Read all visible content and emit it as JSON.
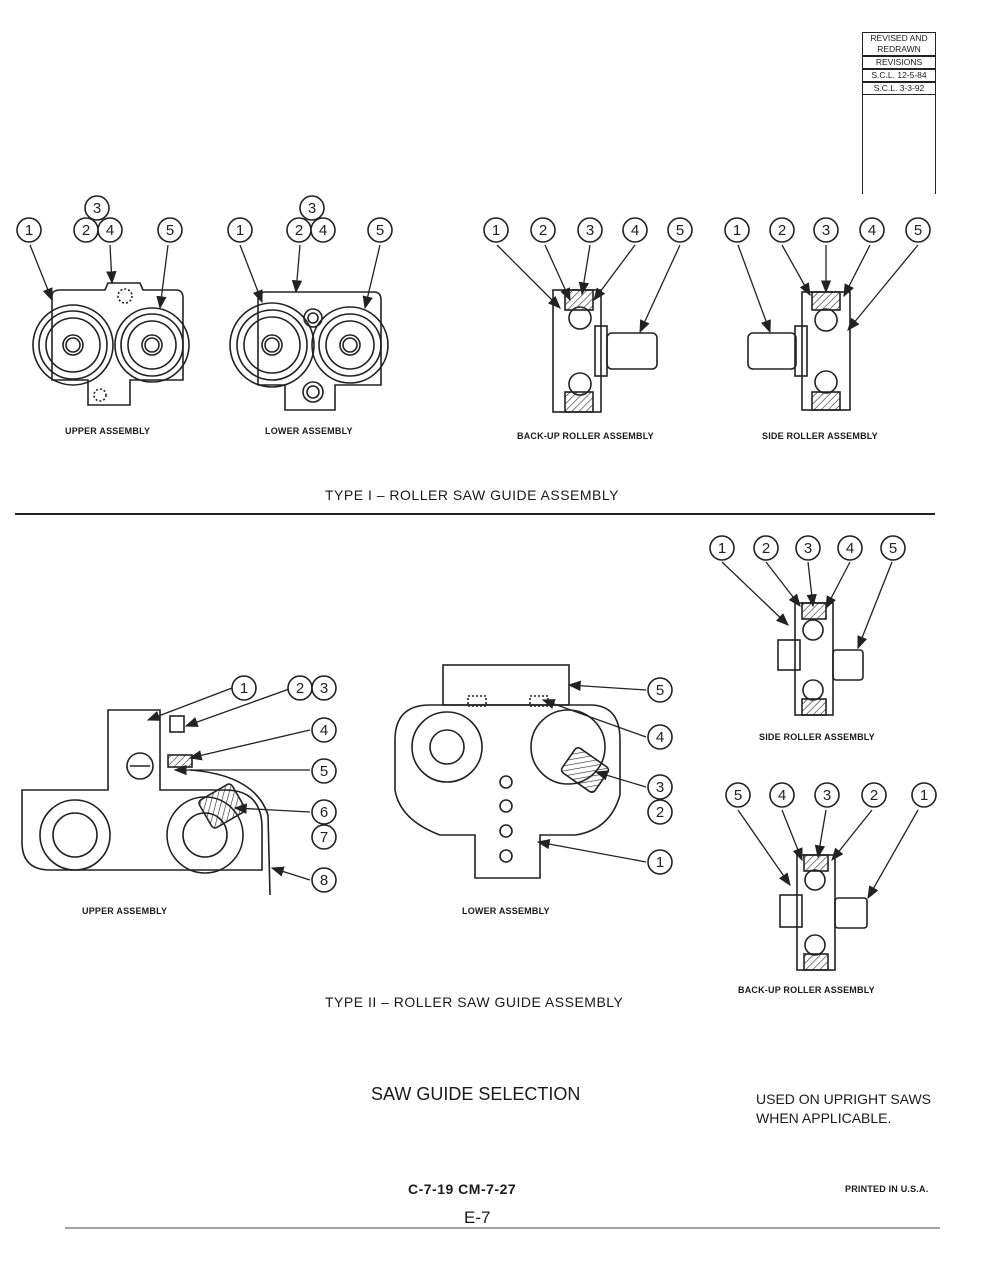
{
  "revision_block": {
    "heading": "REVISED AND REDRAWN",
    "subheading": "REVISIONS",
    "entries": [
      "S.C.L. 12-5-84",
      "S.C.L. 3-3-92"
    ]
  },
  "type1": {
    "title": "TYPE I – ROLLER SAW GUIDE ASSEMBLY",
    "upper_label": "UPPER ASSEMBLY",
    "lower_label": "LOWER ASSEMBLY",
    "backup_label": "BACK-UP ROLLER ASSEMBLY",
    "side_label": "SIDE ROLLER ASSEMBLY"
  },
  "type2": {
    "title": "TYPE II – ROLLER SAW GUIDE ASSEMBLY",
    "upper_label": "UPPER ASSEMBLY",
    "lower_label": "LOWER ASSEMBLY",
    "side_label": "SIDE ROLLER ASSEMBLY",
    "backup_label": "BACK-UP ROLLER ASSEMBLY"
  },
  "callouts": [
    "1",
    "2",
    "3",
    "4",
    "5",
    "6",
    "7",
    "8"
  ],
  "footer": {
    "selection_title": "SAW GUIDE SELECTION",
    "note_line1": "USED ON UPRIGHT SAWS",
    "note_line2": "WHEN APPLICABLE.",
    "part_numbers": "C-7-19   CM-7-27",
    "page_number": "E-7",
    "printed": "PRINTED IN U.S.A."
  }
}
